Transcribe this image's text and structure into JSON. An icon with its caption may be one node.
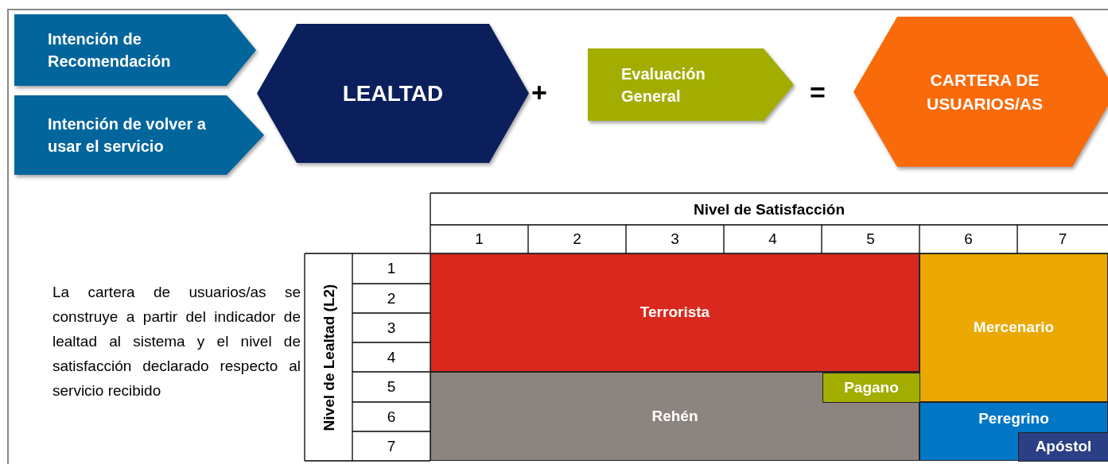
{
  "diagram": {
    "nodes": [
      {
        "text": [
          "Intención de Recomendación"
        ]
      },
      {
        "text": [
          "Intención de volver a usar el servicio"
        ]
      },
      {
        "text": [
          "LEALTAD"
        ]
      },
      {
        "text": [
          "Evaluación General"
        ]
      },
      {
        "text": [
          "CARTERA DE USUARIOS/AS"
        ]
      },
      {
        "text": [
          "Terrorista"
        ]
      },
      {
        "text": [
          "Mercenario"
        ]
      },
      {
        "text": [
          "Rehén"
        ]
      },
      {
        "text": [
          "Pagano"
        ],
        "in": 7
      },
      {
        "text": [
          "Peregrino"
        ]
      },
      {
        "text": [
          "Apóstol"
        ],
        "in": 9
      }
    ],
    "labels": [
      "+",
      "=",
      "Nivel de Satisfacción",
      "1",
      "2",
      "3",
      "4",
      "5",
      "6",
      "7",
      "La cartera de usuarios/as se construye a partir del indicador de lealtad al sistema y el nivel de satisfacción declarado respecto al servicio recibido",
      "Nivel de Lealtad (L2)",
      "1",
      "2",
      "3",
      "4",
      "5",
      "6",
      "7"
    ]
  }
}
